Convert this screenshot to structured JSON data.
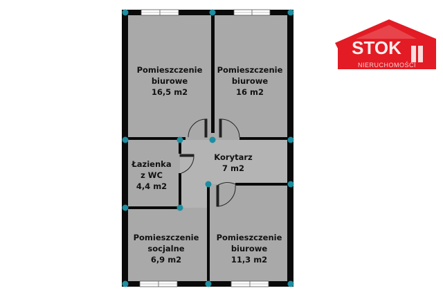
{
  "colors": {
    "wall": "#0a0a0a",
    "floor": "#a9a9a9",
    "corridor": "#b4b4b4",
    "joint": "#1e8ea0",
    "window": "#ffffff",
    "brand": "#e21b24"
  },
  "rooms": [
    {
      "line1": "Pomieszczenie",
      "line2": "biurowe",
      "area": "16,5 m2"
    },
    {
      "line1": "Pomieszczenie",
      "line2": "biurowe",
      "area": "16 m2"
    },
    {
      "line1": "Łazienka",
      "line2": "z WC",
      "area": "4,4 m2"
    },
    {
      "line1": "Korytarz",
      "line2": "",
      "area": "7 m2"
    },
    {
      "line1": "Pomieszczenie",
      "line2": "socjalne",
      "area": "6,9 m2"
    },
    {
      "line1": "Pomieszczenie",
      "line2": "biurowe",
      "area": "11,3 m2"
    }
  ],
  "logo": {
    "brand": "STOK",
    "sub": "NIERUCHOMOŚCI"
  }
}
